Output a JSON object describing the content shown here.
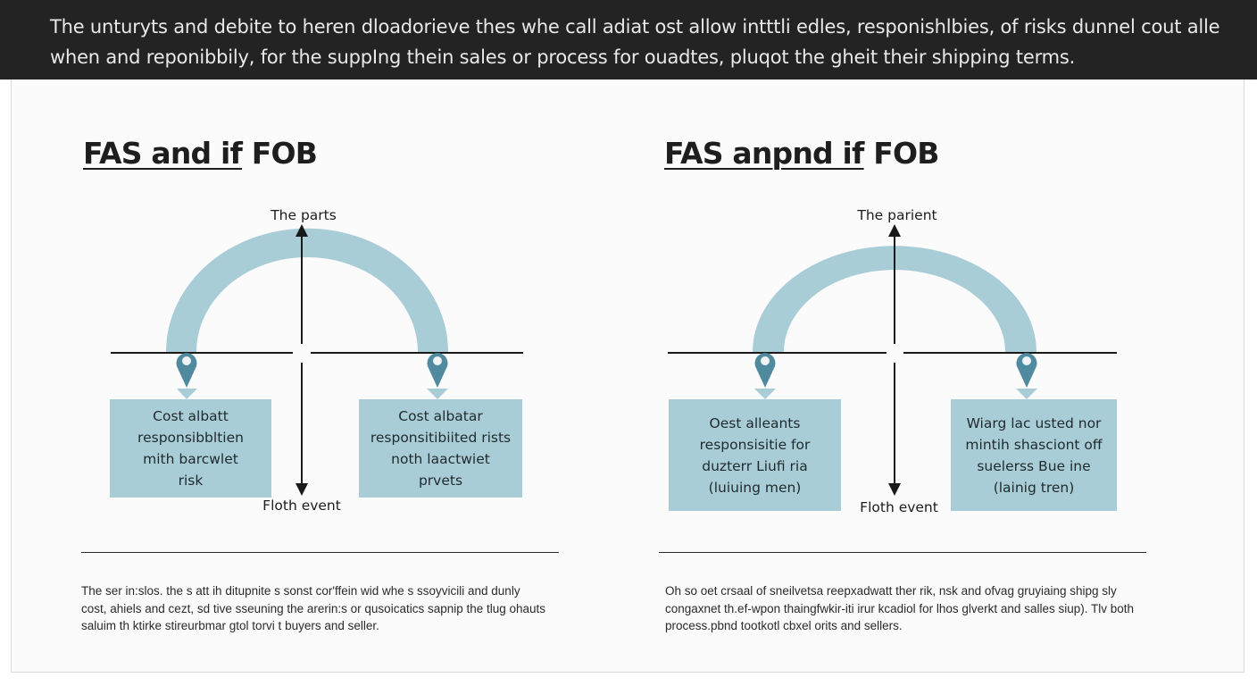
{
  "banner": {
    "lines": [
      "The unturyts and debite to heren dloadorieve thes whe call adiat ost allow intttli edles, responishlbies, of risks dunnel cout alle",
      "when and reponibbily, for the suppIng thein sales or process for ouadtes, pluqot the gheit their shipping terms."
    ]
  },
  "colors": {
    "banner_bg": "#232323",
    "arc": "#a9cdd6",
    "box": "#a9cdd6",
    "pin": "#4f8a9e",
    "pin_tip": "#a9cdd6",
    "line": "#1a1a1a"
  },
  "panels": [
    {
      "title_underlined": "FAS and if",
      "title_rest": " FOB",
      "top_label": "The parts",
      "bottom_label": "Floth event",
      "left_box": [
        "Cost albatt",
        "responsibbltien",
        "mith barcwlet",
        "risk"
      ],
      "right_box": [
        "Cost albatar",
        "responsitibiited rists",
        "noth laactwiet",
        "prvets"
      ],
      "description": [
        "The ser in:slos. the s att ih ditupnite s sonst cor'ffein wid whe s ssoyvicili and dunly",
        "cost, ahiels and cezt, sd tive sseuning the arerin:s or qusoicatics sapnip the tlug ohauts",
        "saluim th ktirke stireurbmar gtol torvi t buyers and seller."
      ]
    },
    {
      "title_underlined": "FAS anpnd if",
      "title_rest": " FOB",
      "top_label": "The parient",
      "bottom_label": "Floth event",
      "left_box": [
        "Oest alleants",
        "responsisitie for",
        "duzterr Liufi ria",
        "(luiuing men)"
      ],
      "right_box": [
        "Wiarg lac usted nor",
        "mintih shasciont off",
        "suelerss Bue ine",
        "(lainig tren)"
      ],
      "description": [
        "Oh so oet crsaal of sneilvetsa reepxadwatt ther rik, nsk and ofvag gruyiaing shipg sly",
        "congaxnet th.ef-wpon thaingfwkir-iti irur kcadiol for lhos glverkt and salles siup). Tlv both",
        "process.pbnd tootkotl cbxel orits and sellers."
      ]
    }
  ]
}
